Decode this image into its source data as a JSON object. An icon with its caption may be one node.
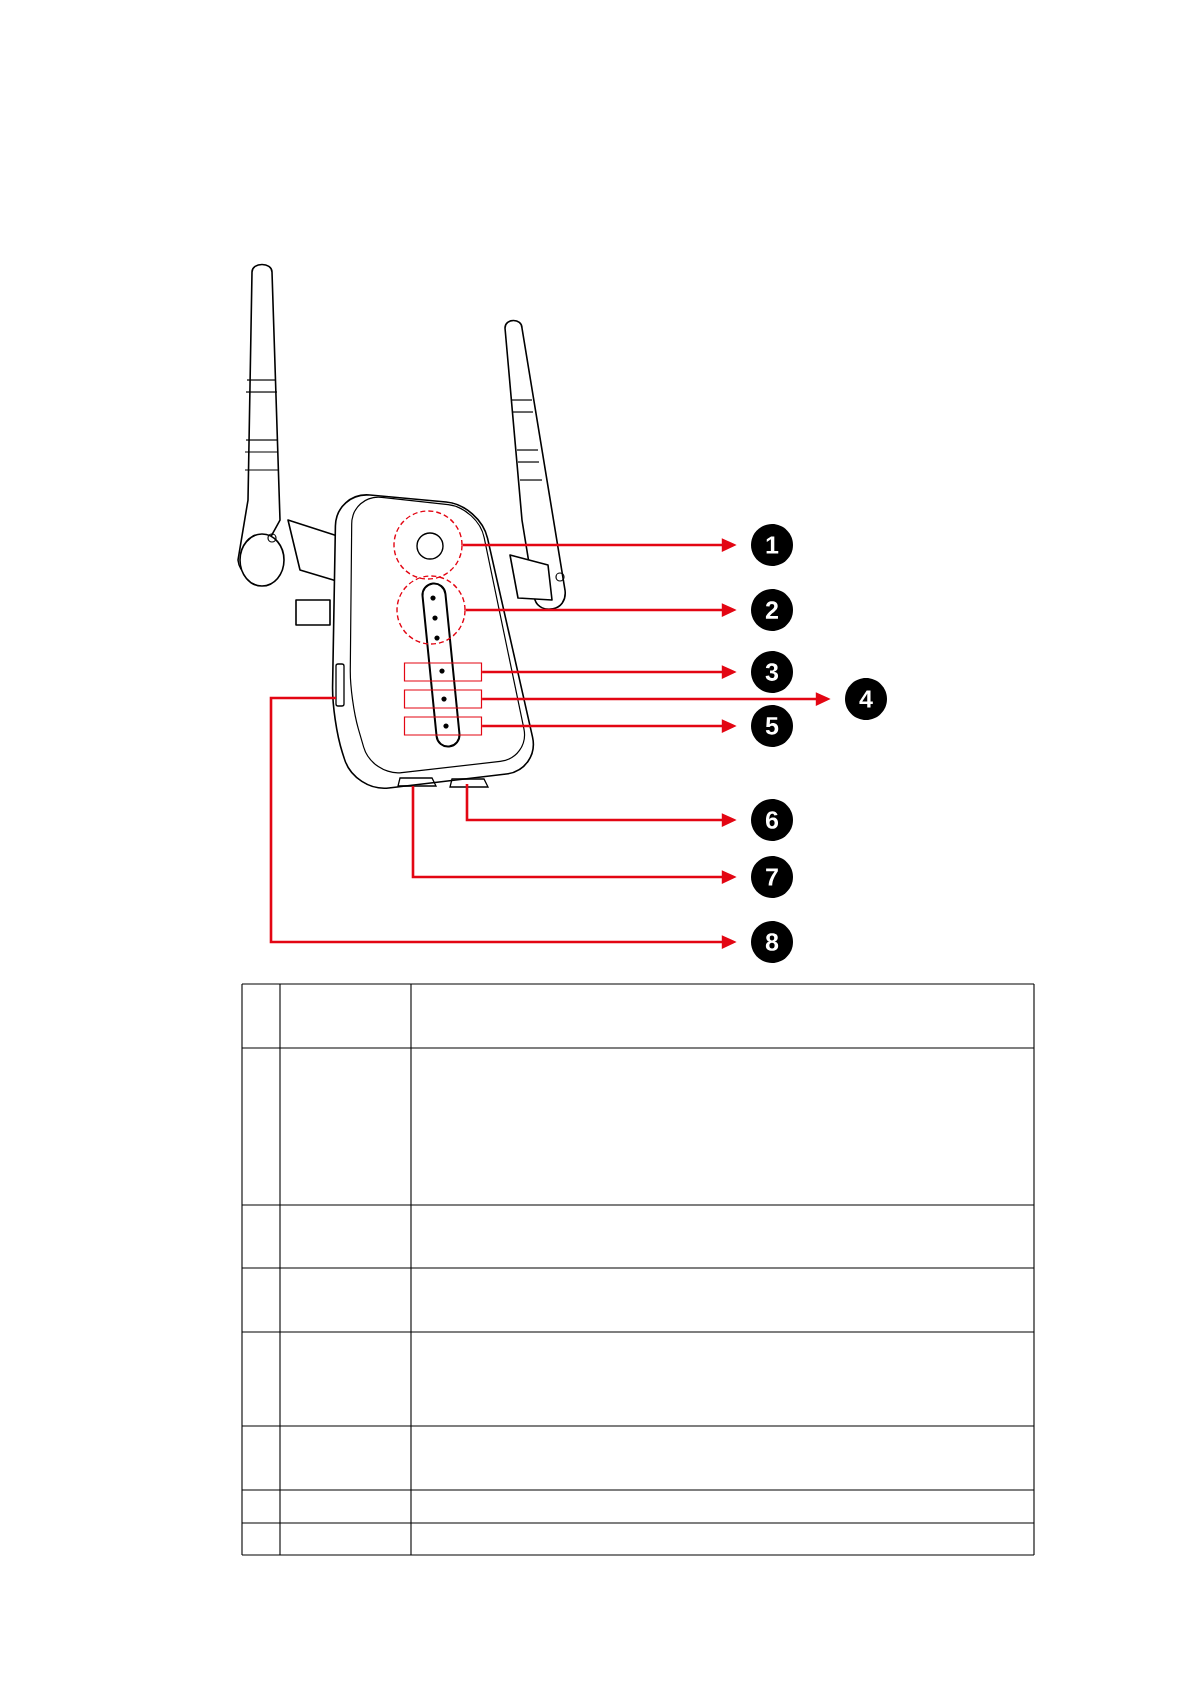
{
  "diagram": {
    "nodes": [
      {
        "text": [
          "1"
        ]
      },
      {
        "text": [
          "2"
        ]
      },
      {
        "text": [
          "3"
        ]
      },
      {
        "text": [
          "4"
        ]
      },
      {
        "text": [
          "5"
        ]
      },
      {
        "text": [
          "6"
        ]
      },
      {
        "text": [
          "7"
        ]
      },
      {
        "text": [
          "8"
        ]
      },
      {
        "text": [],
        "shape": "circle"
      },
      {
        "text": [],
        "shape": "circle"
      },
      {
        "text": [],
        "shape": "box"
      },
      {
        "text": [],
        "shape": "box"
      },
      {
        "text": [],
        "shape": "box"
      }
    ],
    "edges": [
      {
        "from": 8,
        "to": 0,
        "arrow": "to"
      },
      {
        "from": 9,
        "to": 1,
        "arrow": "to"
      },
      {
        "from": 10,
        "to": 2,
        "arrow": "to"
      },
      {
        "from": 11,
        "to": 3,
        "arrow": "to"
      },
      {
        "from": 12,
        "to": 4,
        "arrow": "to"
      },
      {
        "from": null,
        "to": 5,
        "arrow": "to"
      },
      {
        "from": null,
        "to": 6,
        "arrow": "to"
      },
      {
        "from": null,
        "to": 7,
        "arrow": "to"
      }
    ]
  }
}
